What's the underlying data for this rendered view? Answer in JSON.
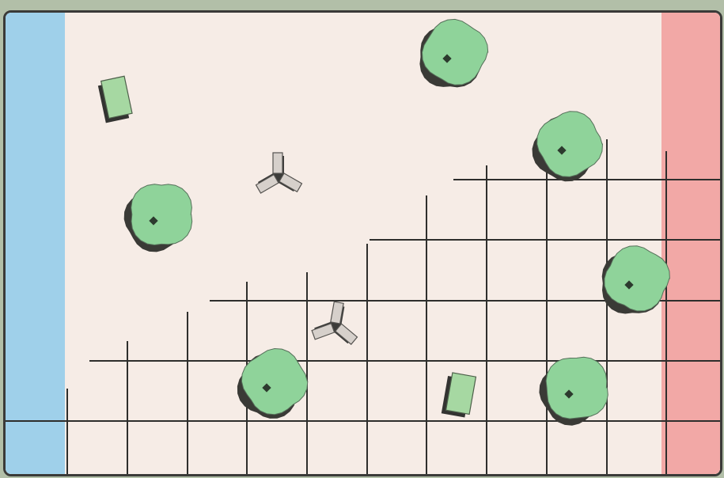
{
  "board": {
    "background_color": "#f6ece6",
    "left_zone": {
      "color": "#9fd0ea",
      "name": "blue-deployment-zone"
    },
    "right_zone": {
      "color": "#f2a8a6",
      "name": "red-deployment-zone"
    },
    "grid_line_color": "#2e2e2c"
  },
  "pieces": {
    "trees": [
      {
        "name": "tree-1",
        "icon": "tree-icon"
      },
      {
        "name": "tree-2",
        "icon": "tree-icon"
      },
      {
        "name": "tree-3",
        "icon": "tree-icon"
      },
      {
        "name": "tree-4",
        "icon": "tree-icon"
      },
      {
        "name": "tree-5",
        "icon": "tree-icon"
      },
      {
        "name": "tree-6",
        "icon": "tree-icon"
      }
    ],
    "buildings": [
      {
        "name": "building-1",
        "icon": "rectangular-building-icon"
      },
      {
        "name": "building-2",
        "icon": "rectangular-building-icon"
      }
    ],
    "obstacles": [
      {
        "name": "tri-barrier-1",
        "icon": "tri-barrier-icon"
      },
      {
        "name": "tri-barrier-2",
        "icon": "tri-barrier-icon"
      }
    ],
    "tree_color": "#8fd39a",
    "building_color": "#a6d8a2",
    "obstacle_color": "#d6d0cb"
  }
}
